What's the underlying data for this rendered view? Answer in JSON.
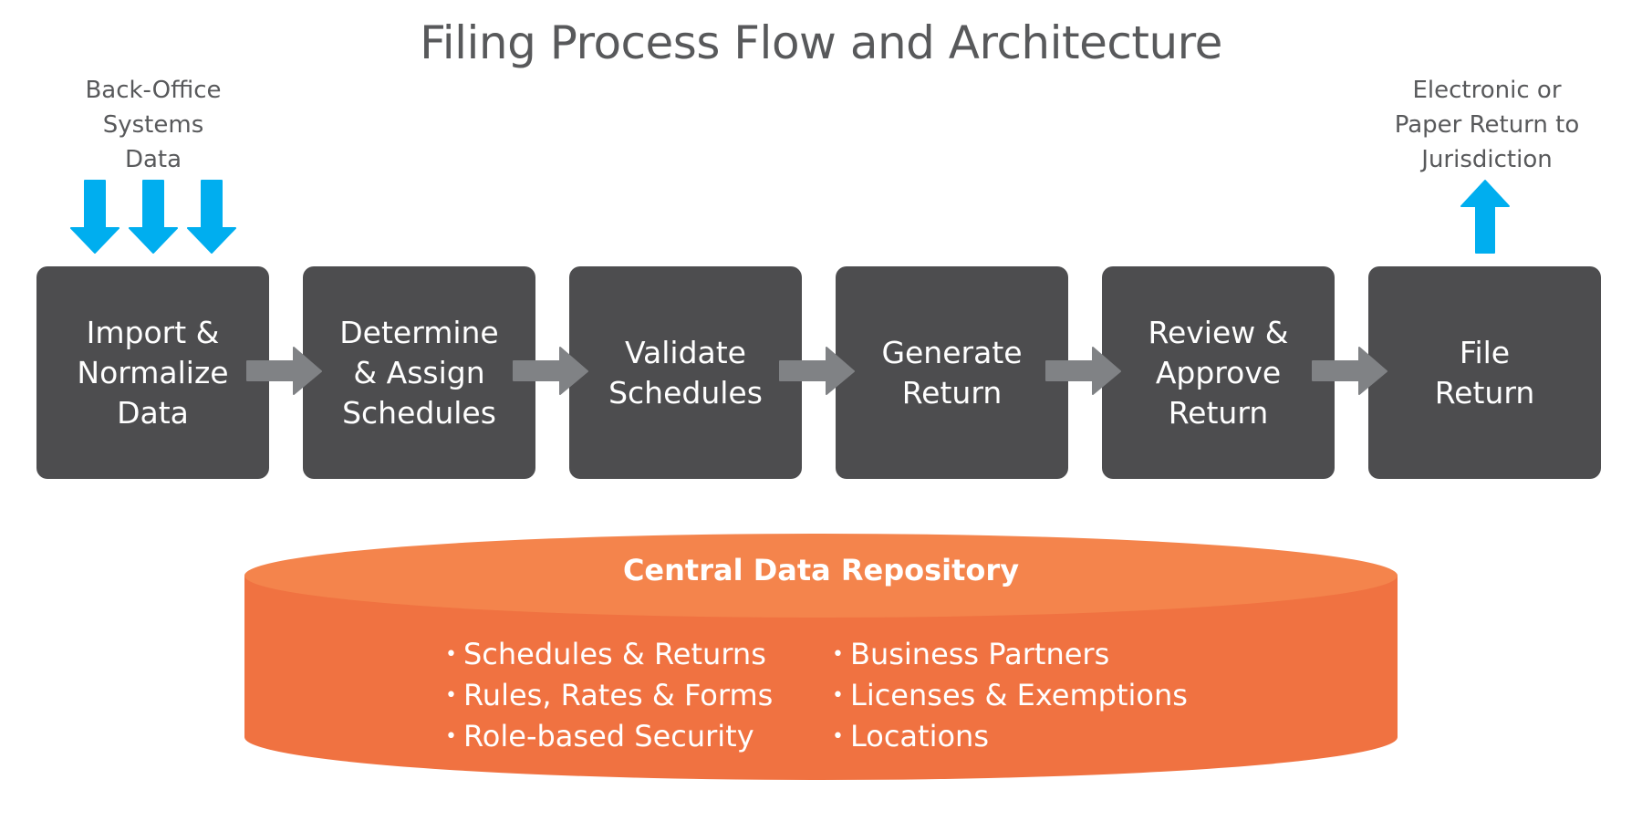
{
  "title": "Filing Process Flow and Architecture",
  "input_label": {
    "lines": [
      "Back-Office",
      "Systems",
      "Data"
    ],
    "icon": "arrow-down-icon",
    "count": 3
  },
  "output_label": {
    "lines": [
      "Electronic or",
      "Paper Return to",
      "Jurisdiction"
    ],
    "icon": "arrow-up-icon"
  },
  "steps": [
    {
      "lines": [
        "Import &",
        "Normalize",
        "Data"
      ]
    },
    {
      "lines": [
        "Determine",
        "& Assign",
        "Schedules"
      ]
    },
    {
      "lines": [
        "Validate",
        "Schedules"
      ]
    },
    {
      "lines": [
        "Generate",
        "Return"
      ]
    },
    {
      "lines": [
        "Review &",
        "Approve",
        "Return"
      ]
    },
    {
      "lines": [
        "File",
        "Return"
      ]
    }
  ],
  "repository": {
    "title": "Central Data Repository",
    "left_items": [
      "Schedules & Returns",
      "Rules, Rates & Forms",
      "Role-based Security"
    ],
    "right_items": [
      "Business Partners",
      "Licenses & Exemptions",
      "Locations"
    ]
  },
  "colors": {
    "title_text": "#58595b",
    "step_box": "#4d4d4f",
    "connector_arrow": "#808285",
    "io_arrow": "#00aeef",
    "repo_top": "#f4844c",
    "repo_side": "#f07241"
  }
}
